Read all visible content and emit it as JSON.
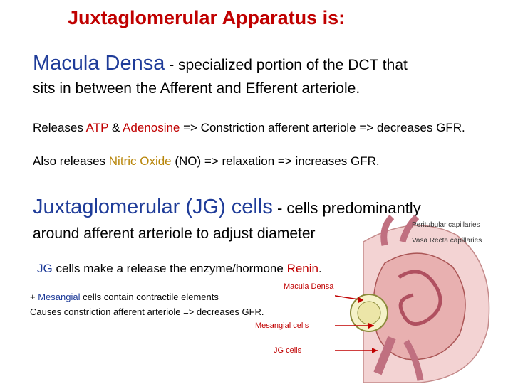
{
  "title": "Juxtaglomerular Apparatus is:",
  "macula": {
    "term": "Macula Densa",
    "dash": " - ",
    "desc1": "specialized portion of the DCT that",
    "desc2": "sits in between the Afferent and Efferent arteriole."
  },
  "releases": {
    "prefix": "Releases ",
    "atp": "ATP",
    "amp": " & ",
    "adenosine": "Adenosine",
    "suffix": " => Constriction afferent arteriole => decreases GFR."
  },
  "also": {
    "prefix": "Also releases ",
    "no": "Nitric Oxide",
    "suffix": " (NO) => relaxation => increases GFR."
  },
  "jg": {
    "term": "Juxtaglomerular (JG) cells",
    "desc1": " - cells predominantly",
    "desc2": "around afferent arteriole to adjust diameter"
  },
  "jg_release": {
    "jg": "JG",
    "mid": " cells make a release the enzyme/hormone ",
    "renin": "Renin",
    "end": "."
  },
  "mesangial": {
    "plus": "+ ",
    "term": "Mesangial",
    "line1": " cells contain contractile elements",
    "line2": "Causes constriction afferent arteriole => decreases GFR."
  },
  "diagram_labels": {
    "peritubular": "Peritubular capillaries",
    "vasa_recta": "Vasa Recta capillaries",
    "macula_densa": "Macula Densa",
    "mesangial_cells": "Mesangial cells",
    "jg_cells": "JG cells"
  }
}
